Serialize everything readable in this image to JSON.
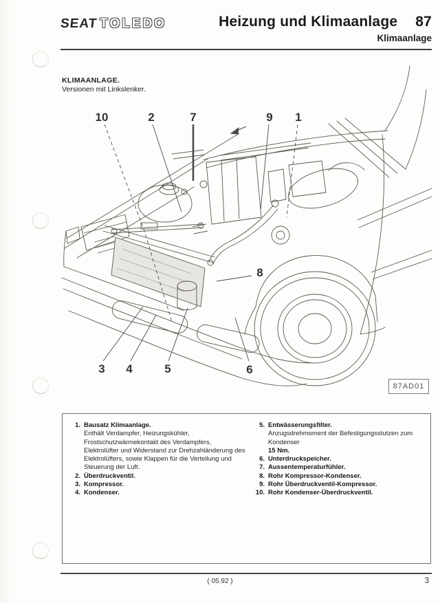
{
  "header": {
    "brand": "SEAT",
    "model": "TOLEDO",
    "title": "Heizung und Klimaanlage",
    "chapter": "87",
    "subtitle": "Klimaanlage"
  },
  "section": {
    "heading": "KLIMAANLAGE.",
    "subheading": "Versionen mit Linkslenker."
  },
  "figure": {
    "code": "87AD01",
    "callouts": [
      "10",
      "2",
      "7",
      "9",
      "1",
      "8",
      "3",
      "4",
      "5",
      "6"
    ]
  },
  "legend": {
    "left": [
      {
        "num": "1.",
        "title": "Bausatz Klimaanlage.",
        "desc": "Enthält Verdampfer, Heizungskühler, Frostschutzwärmekontakt des Verdampfers, Elektrolüfter und Widerstand zur Drehzahländerung des Elektrolüfters, sowie Klappen für die Verteilung und Steuerung der Luft."
      },
      {
        "num": "2.",
        "title": "Überdruckventil."
      },
      {
        "num": "3.",
        "title": "Kompressor."
      },
      {
        "num": "4.",
        "title": "Kondenser."
      }
    ],
    "right": [
      {
        "num": "5.",
        "title": "Entwässerungsfilter.",
        "desc": "Anzugsdrehmoment der Befestigungsstutzen zum Kondenser",
        "torque": "15 Nm."
      },
      {
        "num": "6.",
        "title": "Unterdruckspeicher."
      },
      {
        "num": "7.",
        "title": "Aussentemperaturfühler."
      },
      {
        "num": "8.",
        "title": "Rohr Kompressor-Kondenser."
      },
      {
        "num": "9.",
        "title": "Rohr Überdruckventil-Kompressor."
      },
      {
        "num": "10.",
        "title": "Rohr Kondenser-Überdruckventil."
      }
    ]
  },
  "footer": {
    "revision": "( 05.92 )",
    "page": "3"
  },
  "colors": {
    "paper": "#fdfdfb",
    "ink": "#1e1e1e",
    "line_art": "#5b5751"
  }
}
